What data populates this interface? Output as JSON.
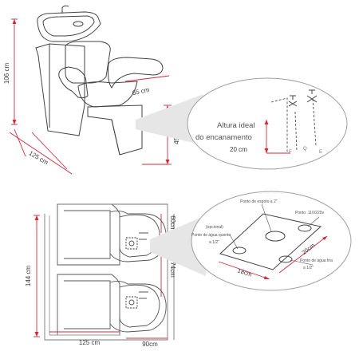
{
  "top": {
    "height_label": "106 cm",
    "depth_label": "65 cm",
    "seat_height_label": "45 cm",
    "width_label": "125 cm",
    "callout": {
      "line1": "Altura ideal",
      "line2": "do encanamento",
      "value": "20 cm",
      "letters": [
        "F",
        "Q",
        "E"
      ]
    }
  },
  "bottom": {
    "length_label": "144 cm",
    "width_label": "125 cm",
    "depth_label": "90cm",
    "basin_label": "60cm",
    "spacing_label": "74cm",
    "callout": {
      "drain": "Ponto de esgoto a 2\"",
      "power": "Ponto: 110/220v",
      "optional": "(opcional)",
      "hot1": "Ponto de água quente",
      "hot2": "a 1/2\"",
      "cold1": "Ponto de água fria",
      "cold2": "a 1/2\"",
      "dim_a": "18cm",
      "dim_b": "20cm"
    }
  },
  "colors": {
    "accent": "#d0293b",
    "line": "#444444",
    "light": "#bdbdbd"
  }
}
